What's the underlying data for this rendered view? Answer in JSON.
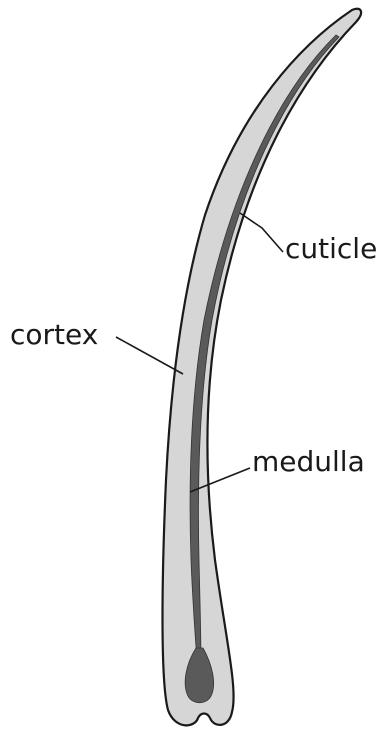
{
  "labels": {
    "cuticle": "cuticle",
    "cortex": "cortex",
    "medulla": "medulla"
  },
  "colors": {
    "cortex_fill": "#d6d6d6",
    "medulla_fill": "#5a5a5a",
    "outline": "#1a1a1a",
    "background": "#ffffff"
  }
}
